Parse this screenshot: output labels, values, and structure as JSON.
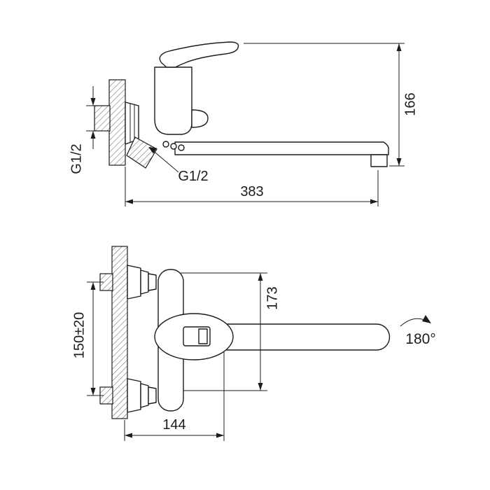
{
  "drawing": {
    "subject": "wall-mounted bath mixer faucet technical drawing, two orthographic views",
    "colors": {
      "line": "#1c1c1c",
      "background": "#ffffff",
      "hatch": "#555555"
    },
    "side_view": {
      "dim_height": "166",
      "dim_length": "383",
      "thread_wall": "G1/2",
      "thread_connector": "G1/2"
    },
    "front_view": {
      "dim_body_height": "173",
      "dim_mount_spacing": "150±20",
      "dim_wall_to_body": "144",
      "swivel_angle": "180°"
    }
  }
}
